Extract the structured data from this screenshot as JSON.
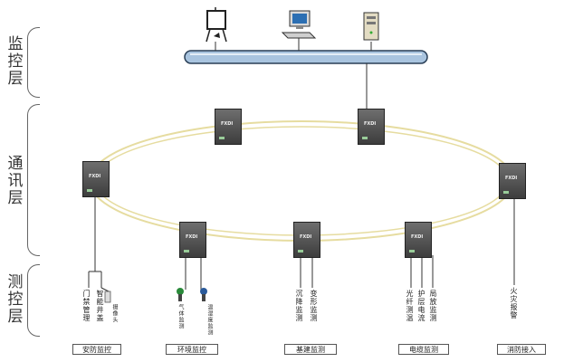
{
  "layers": {
    "monitor": "监\n控\n层",
    "comm": "通\n讯\n层",
    "measure": "测\n控\n层"
  },
  "switch_brand": "FXDI",
  "sensors": {
    "door": "门禁管理",
    "well": "智能井盖",
    "camera": "摄像头",
    "gas": "气体监测",
    "temp": "温湿度监测",
    "settle": "沉降监测",
    "deform": "变形监测",
    "fiber": "光纤测温",
    "grounding": "护层电流",
    "partial": "局放监测",
    "fire": "火灾报警"
  },
  "categories": {
    "security": "安防监控",
    "env": "环境监控",
    "foundation": "基建监测",
    "cable": "电缆监测",
    "fire": "消防接入"
  }
}
